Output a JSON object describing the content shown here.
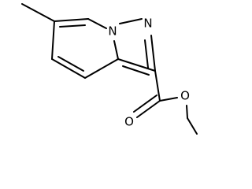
{
  "molecule": {
    "atoms": {
      "ring_nitrogen_a": "N",
      "ring_nitrogen_b": "N",
      "ester_oxygen": "O",
      "carbonyl_oxygen": "O"
    }
  }
}
